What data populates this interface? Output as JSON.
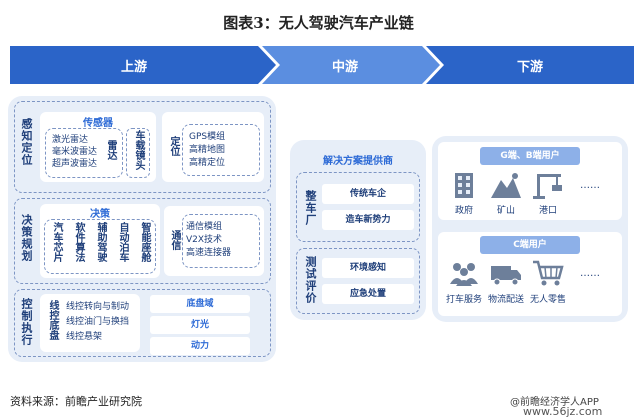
{
  "title": "图表3：无人驾驶汽车产业链",
  "stages": {
    "upstream": "上游",
    "midstream": "中游",
    "downstream": "下游"
  },
  "upstream": {
    "perception": {
      "label": "感知定位",
      "sensor_header": "传感器",
      "sensor_items": [
        "激光雷达",
        "毫米波雷达",
        "超声波雷达"
      ],
      "radar_label": "雷达",
      "camera_label": "车载镜头",
      "positioning_label": "定位",
      "positioning_items": [
        "GPS模组",
        "高精地图",
        "高精定位"
      ]
    },
    "decision": {
      "label": "决策规划",
      "header": "决策",
      "chips": [
        "汽车芯片",
        "软件算法",
        "辅助驾驶",
        "自动泊车",
        "智能座舱"
      ],
      "comm_label": "通信",
      "comm_items": [
        "通信模组",
        "V2X技术",
        "高速连接器"
      ]
    },
    "control": {
      "label": "控制执行",
      "chassis_label": "线控底盘",
      "chassis_items": [
        "线控转向与制动",
        "线控油门与换挡",
        "线控悬架"
      ],
      "domains": [
        "底盘域",
        "灯光",
        "动力"
      ]
    }
  },
  "midstream": {
    "header": "解决方案提供商",
    "oem_label": "整车厂",
    "oem_items": [
      "传统车企",
      "造车新势力"
    ],
    "test_label": "测试评价",
    "test_items": [
      "环境感知",
      "应急处置"
    ]
  },
  "downstream": {
    "gb_header": "G端、B端用户",
    "gb_items": [
      {
        "icon": "government-building-icon",
        "label": "政府"
      },
      {
        "icon": "mine-icon",
        "label": "矿山"
      },
      {
        "icon": "port-crane-icon",
        "label": "港口"
      }
    ],
    "c_header": "C端用户",
    "c_items": [
      {
        "icon": "people-icon",
        "label": "打车服务"
      },
      {
        "icon": "delivery-truck-icon",
        "label": "物流配送"
      },
      {
        "icon": "shopping-cart-icon",
        "label": "无人零售"
      }
    ],
    "more": "……"
  },
  "source": "资料来源：前瞻产业研究院",
  "brand": "@前瞻经济学人APP",
  "watermark": "www.56jz.com",
  "colors": {
    "band_dark": "#2b64c8",
    "band_light": "#5b8ee0",
    "accent": "#2e6bd6",
    "panel": "#e7eef8",
    "text": "#1f3f7a"
  }
}
